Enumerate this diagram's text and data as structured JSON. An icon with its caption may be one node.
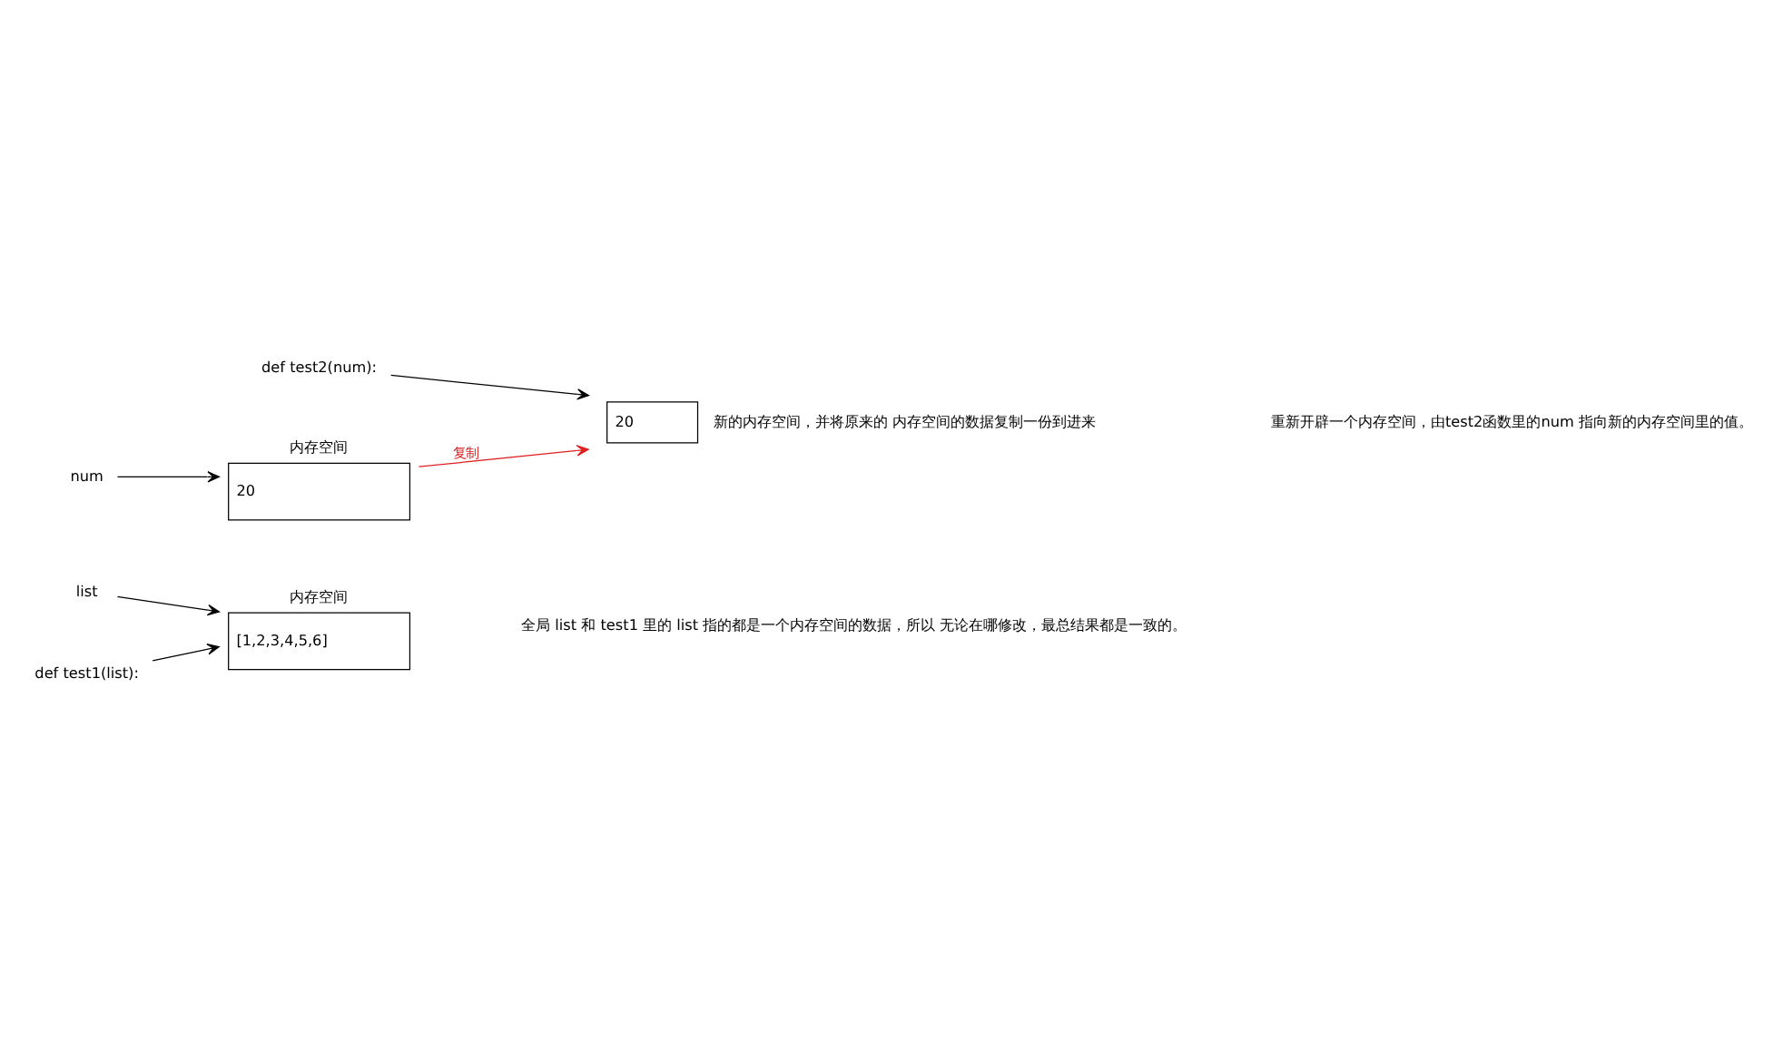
{
  "diagram": {
    "nodes": [
      {
        "text": [
          "内存空间",
          "[1,2,3,4,5,6]"
        ]
      },
      {
        "text": [
          "list"
        ]
      },
      {
        "text": [
          "def test1(list):"
        ]
      },
      {
        "text": [
          "内存空间",
          "20"
        ]
      },
      {
        "text": [
          "num"
        ]
      },
      {
        "text": [
          "def test2(num):"
        ]
      },
      {
        "text": [
          "20"
        ],
        "beside": [
          "新的内存空间，并将原来的 内存空间的数据复制一份到进来"
        ]
      }
    ],
    "edges": [
      {
        "from": 1,
        "to": 0,
        "arrow": "to"
      },
      {
        "from": 2,
        "to": 0,
        "arrow": "to"
      },
      {
        "from": 4,
        "to": 3,
        "arrow": "to"
      },
      {
        "from": 3,
        "to": 6,
        "arrow": "to",
        "label": "复制",
        "color": "#e02020"
      },
      {
        "from": 5,
        "to": 6,
        "arrow": "to"
      }
    ],
    "labels": [
      "全局 list 和 test1 里的 list 指的都是一个内存空间的数据，所以 无论在哪修改，最总结果都是一致的。",
      "重新开辟一个内存空间，由test2函数里的num 指向新的内存空间里的值。"
    ]
  }
}
